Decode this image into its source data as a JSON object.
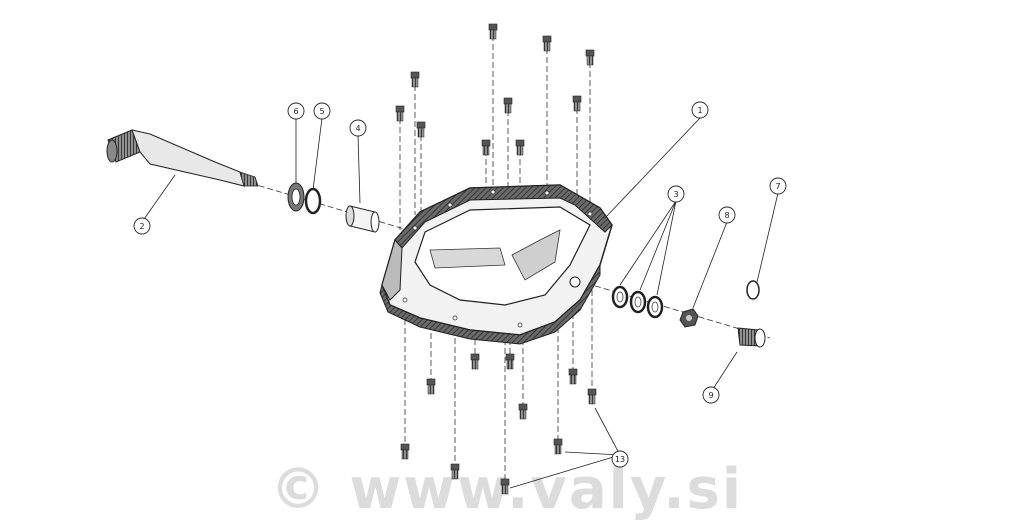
{
  "diagram": {
    "watermark": "© www.valy.si",
    "callouts": [
      "1",
      "2",
      "3",
      "4",
      "5",
      "6",
      "7",
      "8",
      "9",
      "13"
    ]
  }
}
